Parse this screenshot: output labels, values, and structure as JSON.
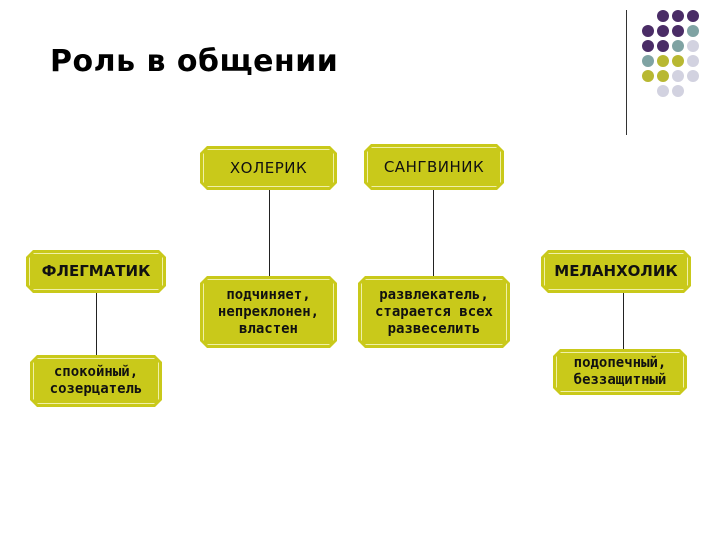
{
  "title": "Роль в общении",
  "nodes": {
    "choleric": "ХОЛЕРИК",
    "sanguine": "САНГВИНИК",
    "phlegmatic": "ФЛЕГМАТИК",
    "melancholic": "МЕЛАНХОЛИК",
    "choleric_desc": "подчиняет,\nнепреклонен,\nвластен",
    "sanguine_desc": "развлекатель,\nстарается всех\nразвеселить",
    "phlegmatic_desc": "спокойный,\nсозерцатель",
    "melancholic_desc": "подопечный,\nбеззащитный"
  },
  "colors": {
    "box_fill": "#c9c91a",
    "dot_purple": "#4a2c66",
    "dot_teal": "#7fa3a3",
    "dot_olive": "#b8b832",
    "dot_gray": "#d2d2e0"
  }
}
